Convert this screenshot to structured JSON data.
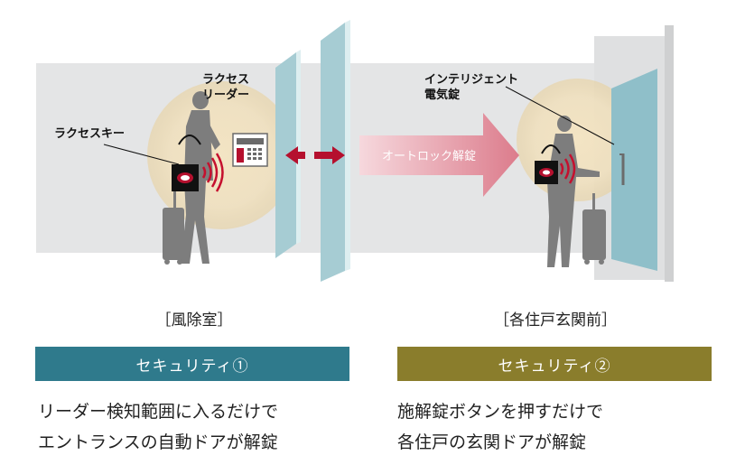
{
  "callouts": {
    "reader": [
      "ラクセス",
      "リーダー"
    ],
    "key": "ラクセスキー",
    "lock": [
      "インテリジェント",
      "電気錠"
    ]
  },
  "arrow_label": "オートロック解錠",
  "panels": [
    {
      "location": "［風除室］",
      "security_label": "セキュリティ①",
      "description": [
        "リーダー検知範囲に入るだけで",
        "エントランスの自動ドアが解錠"
      ]
    },
    {
      "location": "［各住戸玄関前］",
      "security_label": "セキュリティ②",
      "description": [
        "施解錠ボタンを押すだけで",
        "各住戸の玄関ドアが解錠"
      ]
    }
  ],
  "colors": {
    "security_1": "#2f7a8c",
    "security_2": "#8a7d2c",
    "wall": "#e4e5e6",
    "glass": "#9ec7cf",
    "accent": "#b5102e",
    "silhouette": "#7d7d7d",
    "arrow": "#e59aa6"
  }
}
